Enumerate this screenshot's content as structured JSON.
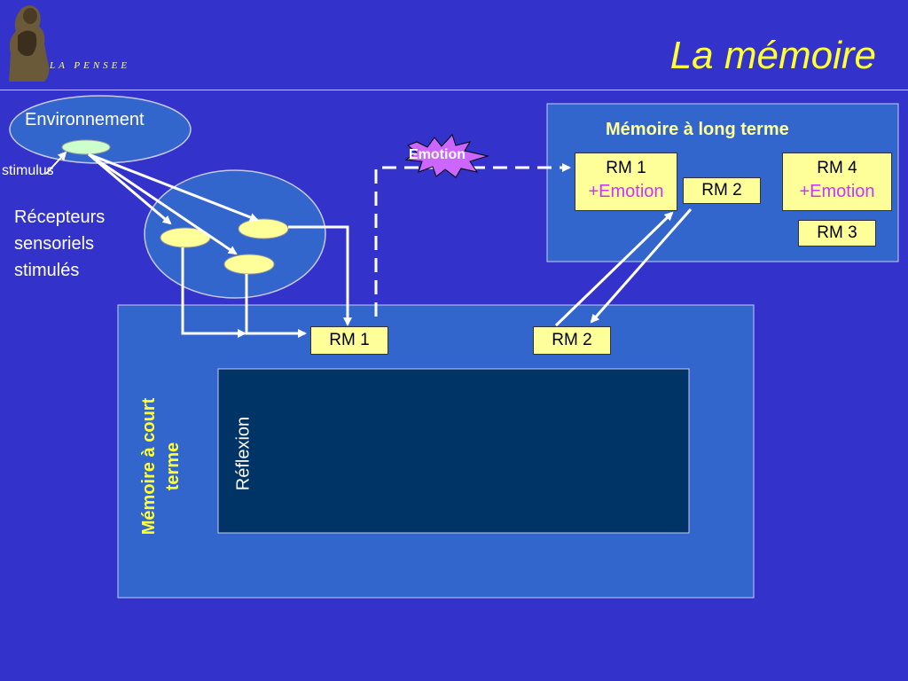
{
  "header": {
    "title": "La mémoire",
    "logo_text": "LA PENSEE"
  },
  "environment": {
    "label": "Environnement",
    "stimulus": "stimulus",
    "receptors": [
      "Récepteurs",
      "sensoriels",
      "stimulés"
    ]
  },
  "emotion_label": "Emotion",
  "long_term": {
    "title": "Mémoire à long terme",
    "rm1": "RM 1",
    "rm1_emotion": "+Emotion",
    "rm2": "RM 2",
    "rm4": "RM 4",
    "rm4_emotion": "+Emotion",
    "rm3": "RM 3"
  },
  "short_term": {
    "title_line1": "Mémoire à court",
    "title_line2": "terme",
    "rm1": "RM 1",
    "rm2": "RM 2",
    "reflection": "Réflexion"
  },
  "colors": {
    "background": "#3333cc",
    "panel": "#3366cc",
    "reflection_box": "#003366",
    "label_box": "#ffff99",
    "title": "#ffff33",
    "emotion_text": "#cc33ff"
  }
}
